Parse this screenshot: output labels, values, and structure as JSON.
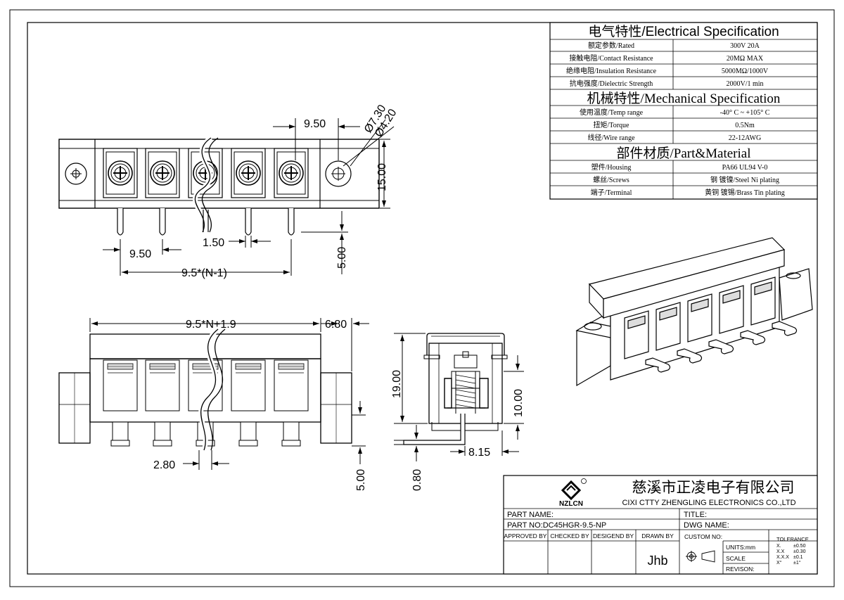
{
  "spec": {
    "electrical_header": "电气特性/Electrical Specification",
    "electrical": [
      {
        "label": "额定参数/Rated",
        "value": "300V  20A"
      },
      {
        "label": "接触电阻/Contact Resistance",
        "value": "20MΩ MAX"
      },
      {
        "label": "绝缘电阻/Insulation Resistance",
        "value": "5000MΩ/1000V"
      },
      {
        "label": "抗电强度/Dielectric Strength",
        "value": "2000V/1 min"
      }
    ],
    "mechanical_header": "机械特性/Mechanical Specification",
    "mechanical": [
      {
        "label": "使用温度/Temp range",
        "value": "-40° C ~ +105° C"
      },
      {
        "label": "扭矩/Torque",
        "value": "0.5Nm"
      },
      {
        "label": "线径/Wire range",
        "value": "22-12AWG"
      }
    ],
    "material_header": "部件材质/Part&Material",
    "material": [
      {
        "label": "塑件/Housing",
        "value": "PA66 UL94 V-0"
      },
      {
        "label": "螺丝/Screws",
        "value": "钢 镀镍/Steel Ni plating"
      },
      {
        "label": "端子/Terminal",
        "value": "黄铜 镀锡/Brass Tin  plating"
      }
    ]
  },
  "dims": {
    "pitch_top": "9.50",
    "hole_outer": "Ø7.30",
    "hole_inner": "Ø4.20",
    "height_15": "15.00",
    "pitch_bottom": "9.50",
    "pin_width": "1.50",
    "pin_len": "5.00",
    "span": "9.5*(N-1)",
    "total_len": "9.5*N+1.9",
    "end_width": "6.80",
    "pin_thick": "2.80",
    "front_pin_len": "5.00",
    "height_19": "19.00",
    "height_10": "10.00",
    "depth": "8.15",
    "lead": "0.80"
  },
  "title_block": {
    "logo_text": "NZLCN",
    "company_cn": "慈溪市正凌电子有限公司",
    "company_en": "CIXI CTTY ZHENGLING ELECTRONICS CO.,LTD",
    "part_name_label": "PART NAME:",
    "title_label": "TITLE:",
    "part_no": "PART NO:DC45HGR-9.5-NP",
    "dwg_name_label": "DWG NAME:",
    "approved_by": "APPROVED BY",
    "checked_by": "CHECKED BY",
    "designed_by": "DESIGEND BY",
    "drawn_by": "DRAWN BY",
    "drawn_name": "Jhb",
    "custom_no": "CUSTOM NO:",
    "units": "UNITS:mm",
    "scale": "SCALE",
    "revision": "REVISON:",
    "tolerance_title": "TOLERANCE",
    "tolerances": [
      {
        "k": "X.",
        "v": "±0.50"
      },
      {
        "k": "X.X",
        "v": "±0.30"
      },
      {
        "k": "X.X.X",
        "v": "±0.1"
      },
      {
        "k": "X°",
        "v": "±1°"
      }
    ]
  }
}
